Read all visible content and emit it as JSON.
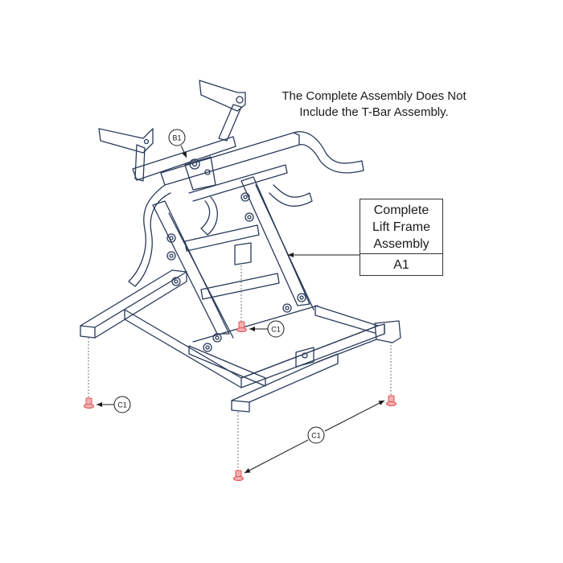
{
  "note": {
    "line1": "The Complete Assembly Does Not",
    "line2": "Include the T-Bar Assembly."
  },
  "part_box": {
    "name_line1": "Complete",
    "name_line2": "Lift Frame",
    "name_line3": "Assembly",
    "code": "A1"
  },
  "callouts": {
    "b1": "B1",
    "c1_center": "C1",
    "c1_left": "C1",
    "c1_bottom": "C1"
  },
  "colors": {
    "line": "#2a3a5a",
    "screw": "#e05050",
    "text": "#1a1a1a"
  }
}
